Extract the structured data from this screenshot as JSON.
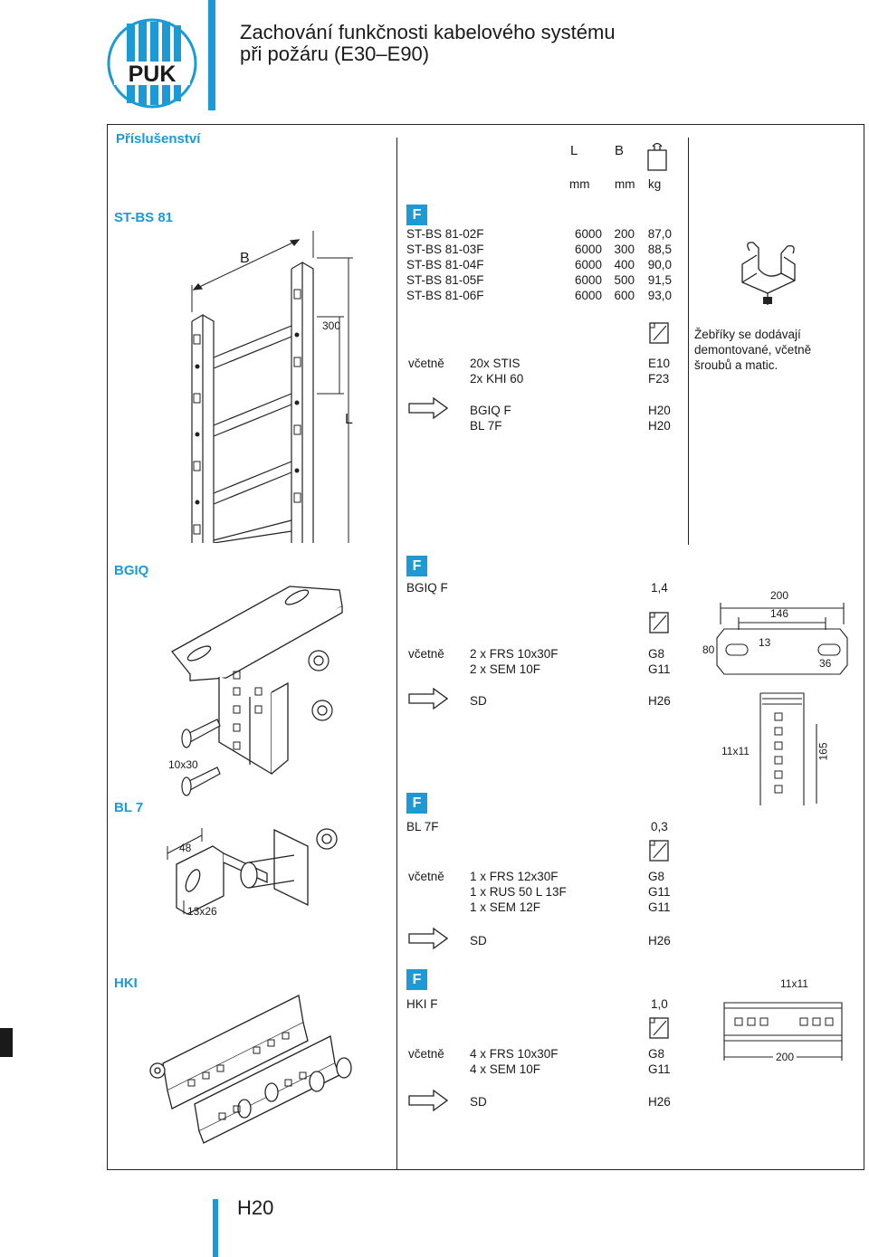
{
  "header": {
    "logo_text": "PUK",
    "title_line1": "Zachování funkčnosti kabelového systému",
    "title_line2": "při požáru (E30–E90)"
  },
  "colors": {
    "accent": "#1b9ad6",
    "ink": "#1a1a1a"
  },
  "section_label": "Příslušenství",
  "columns": {
    "L": "L",
    "B": "B",
    "mm1": "mm",
    "mm2": "mm",
    "kg": "kg"
  },
  "st_bs": {
    "label": "ST-BS 81",
    "ftag": "F",
    "drawing": {
      "dim_B": "B",
      "dim_300": "300",
      "dim_L": "L"
    },
    "rows": [
      {
        "name": "ST-BS 81-02F",
        "L": "6000",
        "B": "200",
        "kg": "87,0"
      },
      {
        "name": "ST-BS 81-03F",
        "L": "6000",
        "B": "300",
        "kg": "88,5"
      },
      {
        "name": "ST-BS 81-04F",
        "L": "6000",
        "B": "400",
        "kg": "90,0"
      },
      {
        "name": "ST-BS 81-05F",
        "L": "6000",
        "B": "500",
        "kg": "91,5"
      },
      {
        "name": "ST-BS 81-06F",
        "L": "6000",
        "B": "600",
        "kg": "93,0"
      }
    ],
    "vcetne": "včetně",
    "incl": [
      {
        "item": "20x STIS",
        "ref": "E10"
      },
      {
        "item": "2x KHI 60",
        "ref": "F23"
      }
    ],
    "see": [
      {
        "item": "BGIQ F",
        "ref": "H20"
      },
      {
        "item": "BL 7F",
        "ref": "H20"
      }
    ],
    "note_line1": "Žebříky se dodávají",
    "note_line2": "demontované, včetně",
    "note_line3": "šroubů a matic."
  },
  "bgiq": {
    "label": "BGIQ",
    "ftag": "F",
    "name": "BGIQ F",
    "kg": "1,4",
    "vcetne": "včetně",
    "incl": [
      {
        "item": "2 x FRS 10x30F",
        "ref": "G8"
      },
      {
        "item": "2 x SEM 10F",
        "ref": "G11"
      }
    ],
    "see": {
      "item": "SD",
      "ref": "H26"
    },
    "drawing": {
      "screw_label": "10x30",
      "d200": "200",
      "d146": "146",
      "d13": "13",
      "d80": "80",
      "d36": "36",
      "d165": "165",
      "d11x11": "11x11"
    }
  },
  "bl7": {
    "label": "BL 7",
    "ftag": "F",
    "name": "BL 7F",
    "kg": "0,3",
    "vcetne": "včetně",
    "incl": [
      {
        "item": "1 x FRS 12x30F",
        "ref": "G8"
      },
      {
        "item": "1 x RUS 50 L 13F",
        "ref": "G11"
      },
      {
        "item": "1 x SEM 12F",
        "ref": "G11"
      }
    ],
    "see": {
      "item": "SD",
      "ref": "H26"
    },
    "drawing": {
      "d48": "48",
      "d13x26": "13x26"
    }
  },
  "hki": {
    "label": "HKI",
    "ftag": "F",
    "name": "HKI F",
    "kg": "1,0",
    "vcetne": "včetně",
    "incl": [
      {
        "item": "4 x FRS 10x30F",
        "ref": "G8"
      },
      {
        "item": "4 x SEM 10F",
        "ref": "G11"
      }
    ],
    "see": {
      "item": "SD",
      "ref": "H26"
    },
    "drawing": {
      "d11x11": "11x11",
      "d200": "200"
    }
  },
  "footer": {
    "page": "H20"
  }
}
